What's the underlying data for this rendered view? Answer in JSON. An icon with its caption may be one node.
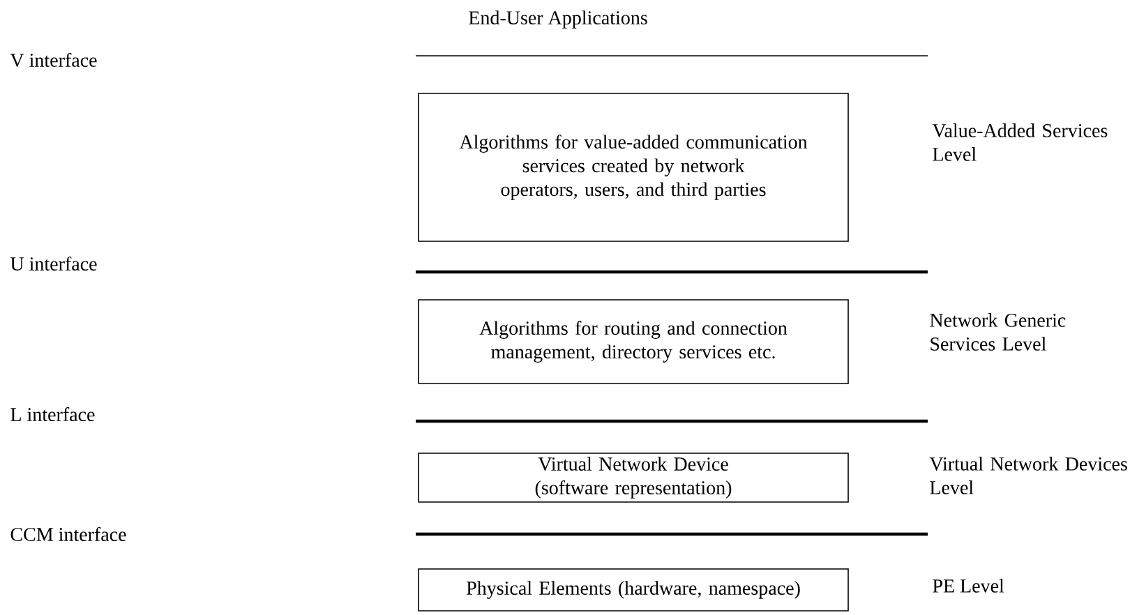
{
  "diagram": {
    "nodes": [
      {
        "text": [
          "Algorithms for value-added communication services created by network operators, users, and third parties"
        ]
      },
      {
        "text": [
          "Algorithms for routing and connection management, directory services etc."
        ]
      },
      {
        "text": [
          "Virtual Network Device (software representation)"
        ]
      },
      {
        "text": [
          "Physical Elements (hardware, namespace)"
        ]
      }
    ],
    "labels": [
      "End-User Applications",
      "V interface",
      "Value-Added Services Level",
      "U interface",
      "Network Generic Services Level",
      "L interface",
      "Virtual Network Devices Level",
      "CCM interface",
      "PE Level"
    ]
  }
}
